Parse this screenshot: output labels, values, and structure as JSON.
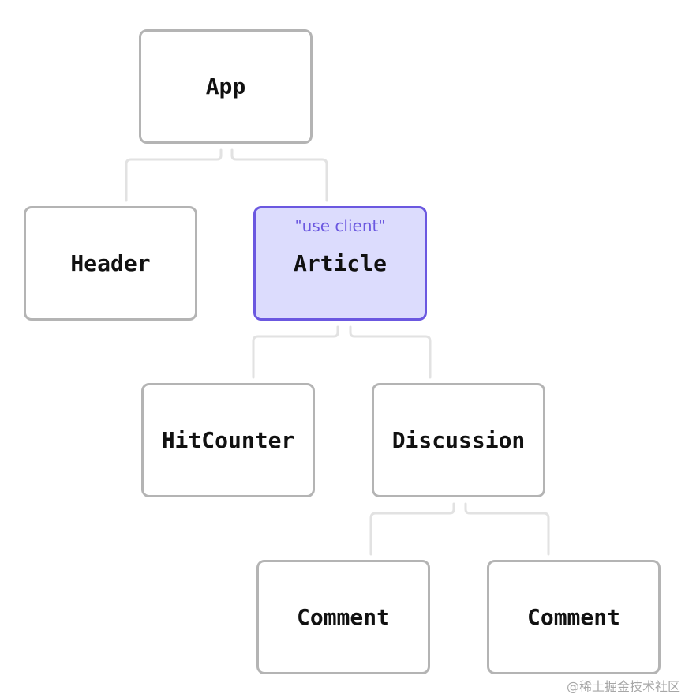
{
  "nodes": {
    "app": {
      "label": "App"
    },
    "header": {
      "label": "Header"
    },
    "article": {
      "label": "Article",
      "directive": "\"use client\"",
      "highlight_color": "#dcdcfd",
      "border_color": "#6b58e0"
    },
    "hitcounter": {
      "label": "HitCounter"
    },
    "discussion": {
      "label": "Discussion"
    },
    "comment_1": {
      "label": "Comment"
    },
    "comment_2": {
      "label": "Comment"
    }
  },
  "edges": [
    [
      "app",
      "header"
    ],
    [
      "app",
      "article"
    ],
    [
      "article",
      "hitcounter"
    ],
    [
      "article",
      "discussion"
    ],
    [
      "discussion",
      "comment_1"
    ],
    [
      "discussion",
      "comment_2"
    ]
  ],
  "watermark": "@稀土掘金技术社区",
  "colors": {
    "node_border": "#b4b4b4",
    "connector": "#e2e2e2",
    "text": "#111111"
  }
}
